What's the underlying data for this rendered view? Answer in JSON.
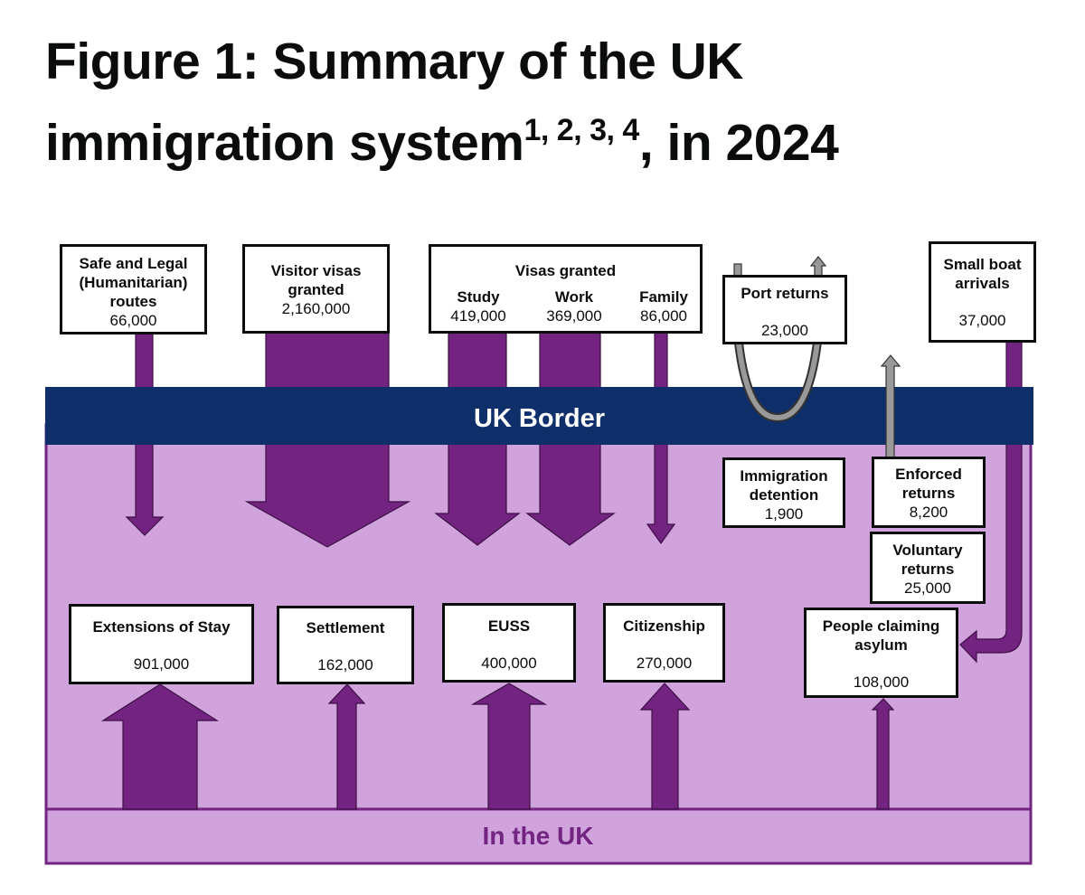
{
  "title": {
    "line1": "Figure 1: Summary of the UK",
    "line2_prefix": "immigration system",
    "footnotes": "1, 2, 3, 4",
    "line2_suffix": ", in 2024"
  },
  "colors": {
    "border_band": "#0f2f6b",
    "inside_uk": "#d0a3dc",
    "arrow": "#722480",
    "return_arrow": "#999999"
  },
  "regions": {
    "uk_border": "UK Border",
    "in_the_uk": "In the UK"
  },
  "boxes": {
    "safe_legal": {
      "label": "Safe and Legal (Humanitarian) routes",
      "value": "66,000"
    },
    "visitor": {
      "label": "Visitor visas granted",
      "value": "2,160,000"
    },
    "visas_granted": {
      "label": "Visas granted",
      "study_label": "Study",
      "study_value": "419,000",
      "work_label": "Work",
      "work_value": "369,000",
      "family_label": "Family",
      "family_value": "86,000"
    },
    "port_returns": {
      "label": "Port returns",
      "value": "23,000"
    },
    "small_boat": {
      "label": "Small boat arrivals",
      "value": "37,000"
    },
    "detention": {
      "label": "Immigration detention",
      "value": "1,900"
    },
    "enforced": {
      "label": "Enforced returns",
      "value": "8,200"
    },
    "voluntary": {
      "label": "Voluntary returns",
      "value": "25,000"
    },
    "asylum": {
      "label": "People claiming asylum",
      "value": "108,000"
    },
    "extensions": {
      "label": "Extensions of Stay",
      "value": "901,000"
    },
    "settlement": {
      "label": "Settlement",
      "value": "162,000"
    },
    "euss": {
      "label": "EUSS",
      "value": "400,000"
    },
    "citizenship": {
      "label": "Citizenship",
      "value": "270,000"
    }
  }
}
